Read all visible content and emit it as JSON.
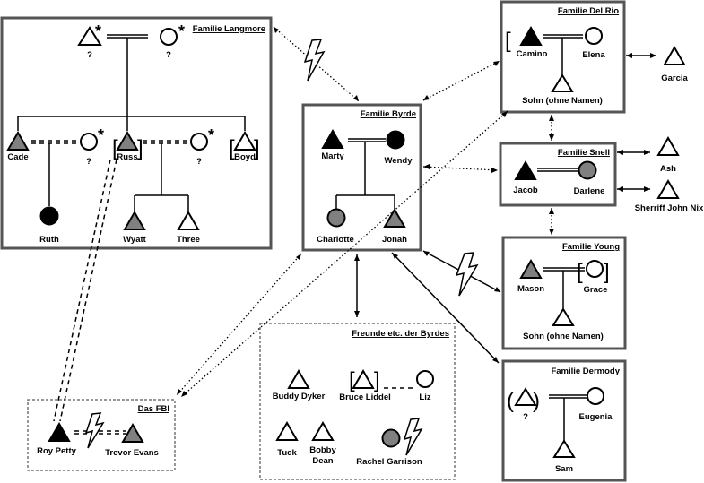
{
  "colors": {
    "male_filled": "#000000",
    "gray": "#808080",
    "empty": "#ffffff"
  },
  "groups": {
    "langmore": "Familie Langmore",
    "delrio": "Familie Del Rio",
    "byrde": "Familie Byrde",
    "snell": "Familie Snell",
    "young": "Familie Young",
    "dermody": "Familie Dermody",
    "fbi": "Das FBI",
    "friends": "Freunde etc. der Byrdes"
  },
  "people": {
    "langmore_father": "?",
    "langmore_mother": "?",
    "cade": "Cade",
    "cade_partner": "?",
    "russ": "Russ",
    "russ_partner": "?",
    "boyd": "Boyd",
    "ruth": "Ruth",
    "wyatt": "Wyatt",
    "three": "Three",
    "camino": "Camino",
    "elena": "Elena",
    "delrio_son": "Sohn (ohne Namen)",
    "garcia": "Garcia",
    "marty": "Marty",
    "wendy": "Wendy",
    "charlotte": "Charlotte",
    "jonah": "Jonah",
    "jacob": "Jacob",
    "darlene": "Darlene",
    "ash": "Ash",
    "john_nix": "Sherriff John Nix",
    "mason": "Mason",
    "grace": "Grace",
    "young_son": "Sohn (ohne Namen)",
    "dermody_father": "?",
    "eugenia": "Eugenia",
    "sam": "Sam",
    "roy_petty": "Roy Petty",
    "trevor_evans": "Trevor Evans",
    "buddy_dyker": "Buddy Dyker",
    "bruce_liddel": "Bruce Liddel",
    "liz": "Liz",
    "tuck": "Tuck",
    "bobby_dean": "Bobby Dean",
    "rachel_garrison": "Rachel Garrison"
  },
  "marks": {
    "deceased": "*"
  }
}
